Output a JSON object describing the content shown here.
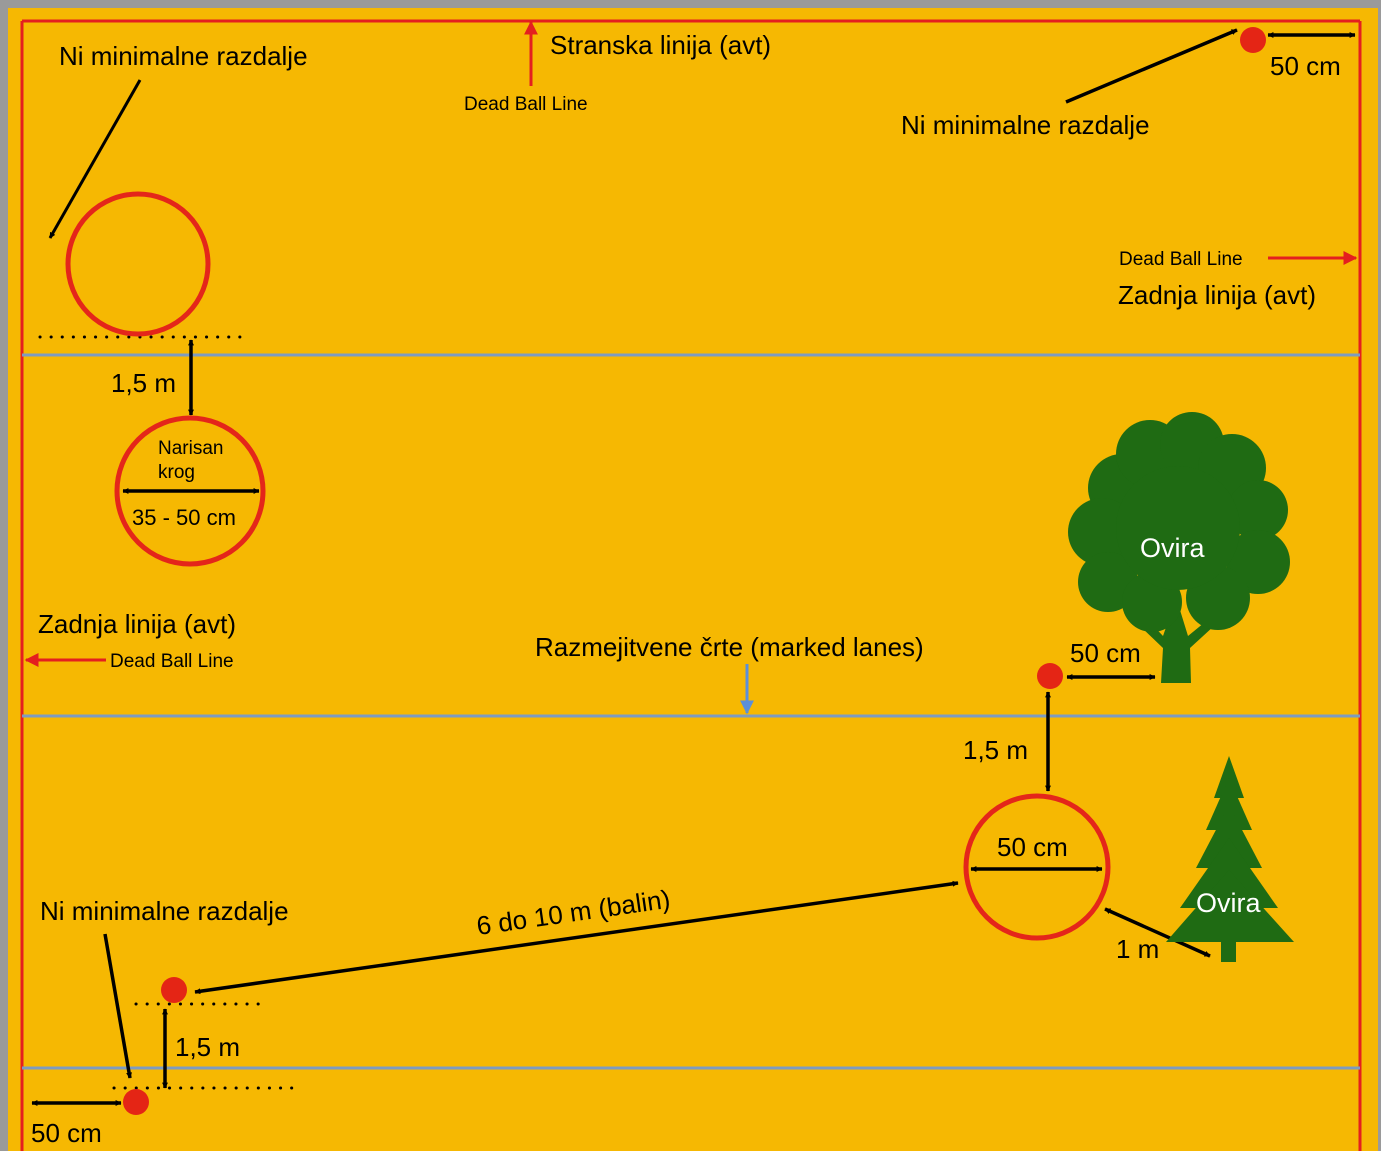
{
  "colors": {
    "field": "#F6B802",
    "border_gray": "#9A9A9A",
    "boundary_red": "#E41F1F",
    "lane_blue": "#7D9BC1",
    "marker_red": "#E42515",
    "circle_red": "#E4261A",
    "tree_green": "#1F6B13",
    "arrow_black": "#000000",
    "lane_arrow": "#5B8FD9"
  },
  "labels": {
    "no_min_distance_top_left": "Ni minimalne razdalje",
    "side_line_top": "Stranska linija (avt)",
    "dead_ball_top": "Dead Ball Line",
    "top_right_distance": "50 cm",
    "no_min_distance_top_right": "Ni minimalne razdalje",
    "dead_ball_right": "Dead Ball Line",
    "back_line_right": "Zadnja linija (avt)",
    "upper_gap": "1,5 m",
    "narisan": "Narisan",
    "krog": "krog",
    "circle_size_left": "35 - 50 cm",
    "tree_label_upper": "Ovira",
    "back_line_left": "Zadnja linija (avt)",
    "dead_ball_left": "Dead Ball Line",
    "lanes_label": "Razmejitvene črte (marked lanes)",
    "marker_to_tree": "50 cm",
    "right_gap": "1,5 m",
    "circle_size_right": "50 cm",
    "tree_label_lower": "Ovira",
    "circle_to_tree": "1 m",
    "no_min_distance_bottom": "Ni minimalne razdalje",
    "throw_distance": "6 do 10 m (balin)",
    "lower_gap": "1,5 m",
    "bottom_left_distance": "50 cm"
  }
}
